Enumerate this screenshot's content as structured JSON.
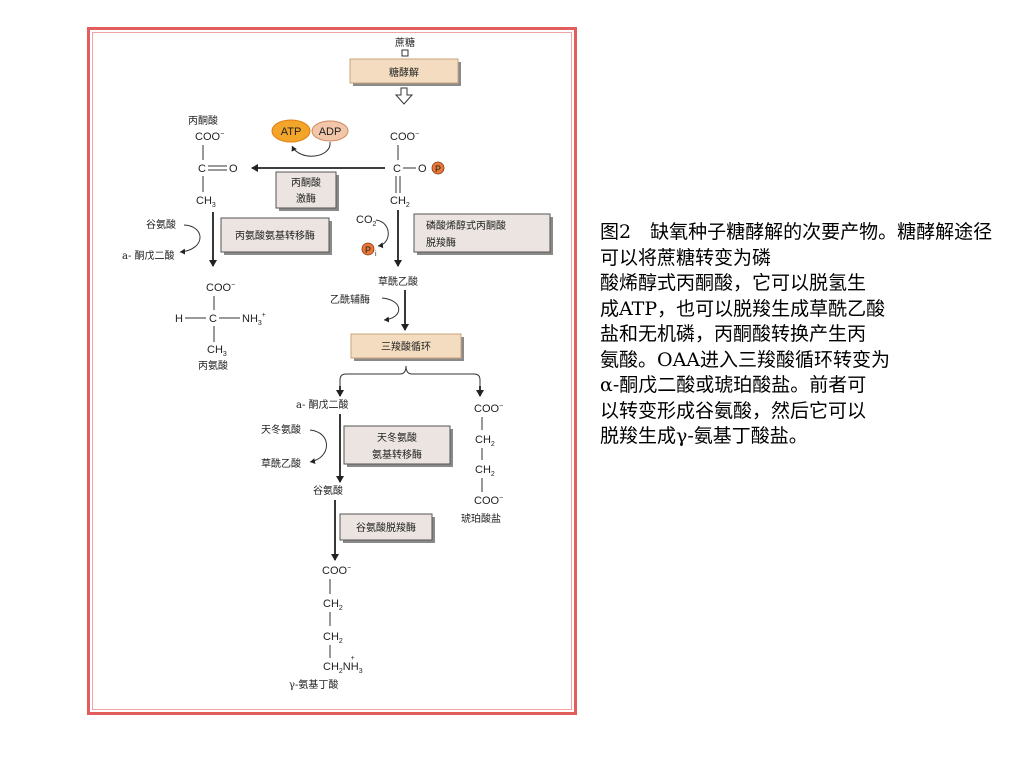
{
  "diagram": {
    "sucrose": "蔗糖",
    "glycolysis": "糖酵解",
    "pyruvate": "丙酮酸",
    "atp": "ATP",
    "adp": "ADP",
    "pyruvate_kinase_1": "丙酮酸",
    "pyruvate_kinase_2": "激酶",
    "pep_carboxylase_1": "磷酸烯醇式丙酮酸",
    "pep_carboxylase_2": "脱羧酶",
    "glutamate_1": "谷氨酸",
    "akg_1": "a- 酮戊二酸",
    "alanine_transaminase": "丙氨酸氨基转移酶",
    "co2": "CO",
    "co2_sub": "2",
    "pi_p": "P",
    "pi_sub": "i",
    "oaa": "草酰乙酸",
    "acetyl_coa": "乙酰辅酶",
    "tca": "三羧酸循环",
    "alanine": "丙氨酸",
    "akg_2": "a- 酮戊二酸",
    "aspartate": "天冬氨酸",
    "oaa_2": "草酰乙酸",
    "asp_transaminase_1": "天冬氨酸",
    "asp_transaminase_2": "氨基转移酶",
    "glutamate_2": "谷氨酸",
    "glu_decarboxylase": "谷氨酸脱羧酶",
    "succinate": "琥珀酸盐",
    "gaba": "γ-氨基丁酸",
    "chem": {
      "coo": "COO",
      "minus": "−",
      "c": "C",
      "o": "O",
      "ch3": "CH",
      "three": "3",
      "ch2": "CH",
      "two": "2",
      "h": "H",
      "nh3": "NH",
      "ch2nh3": "CH",
      "plus": "+",
      "p": "P"
    }
  },
  "caption": "图2　缺氧种子糖酵解的次要产物。糖酵解途径可以将蔗糖转变为磷\n酸烯醇式丙酮酸，它可以脱氢生\n成ATP，也可以脱羧生成草酰乙酸\n盐和无机磷，丙酮酸转换产生丙\n氨酸。OAA进入三羧酸循环转变为\nα-酮戊二酸或琥珀酸盐。前者可\n以转变形成谷氨酸，然后它可以\n脱羧生成γ-氨基丁酸盐。",
  "colors": {
    "frame": "#e35d5d",
    "atp_fill": "#f3a52a",
    "adp_fill": "#f2c6a8",
    "phosphate": "#e8773a"
  }
}
